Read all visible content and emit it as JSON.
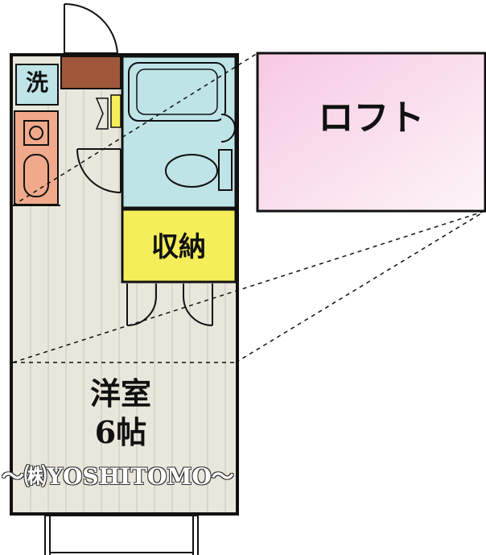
{
  "rooms": {
    "loft": "ロフト",
    "storage": "収納",
    "western_room": "洋室",
    "size": "6帖",
    "washer": "洗"
  },
  "watermark": "～㈱YOSHITOMO～",
  "colors": {
    "floor": "#e9e7dc",
    "bath": "#bfe4e8",
    "storage": "#f4ee5a",
    "kitchen": "#f0a98a",
    "loft": "#fbe0ef",
    "entrance": "#a0583a",
    "wall": "#111111"
  }
}
